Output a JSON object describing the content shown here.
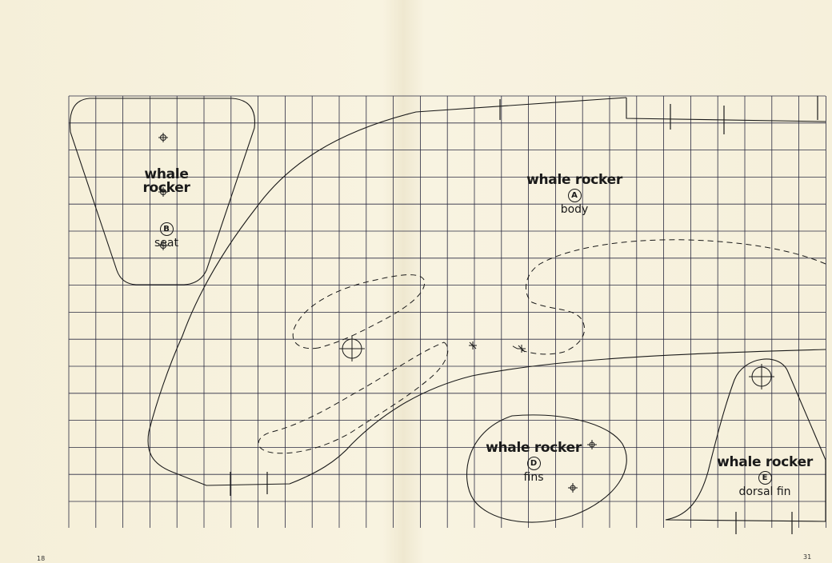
{
  "pieces": [
    {
      "id": "B",
      "title": "whale rocker",
      "letter": "B",
      "part": "seat"
    },
    {
      "id": "A",
      "title": "whale rocker",
      "letter": "A",
      "part": "body"
    },
    {
      "id": "D",
      "title": "whale rocker",
      "letter": "D",
      "part": "fins"
    },
    {
      "id": "E",
      "title": "whale rocker",
      "letter": "E",
      "part": "dorsal fin"
    }
  ],
  "page_numbers": {
    "left": "18",
    "right": "31"
  }
}
